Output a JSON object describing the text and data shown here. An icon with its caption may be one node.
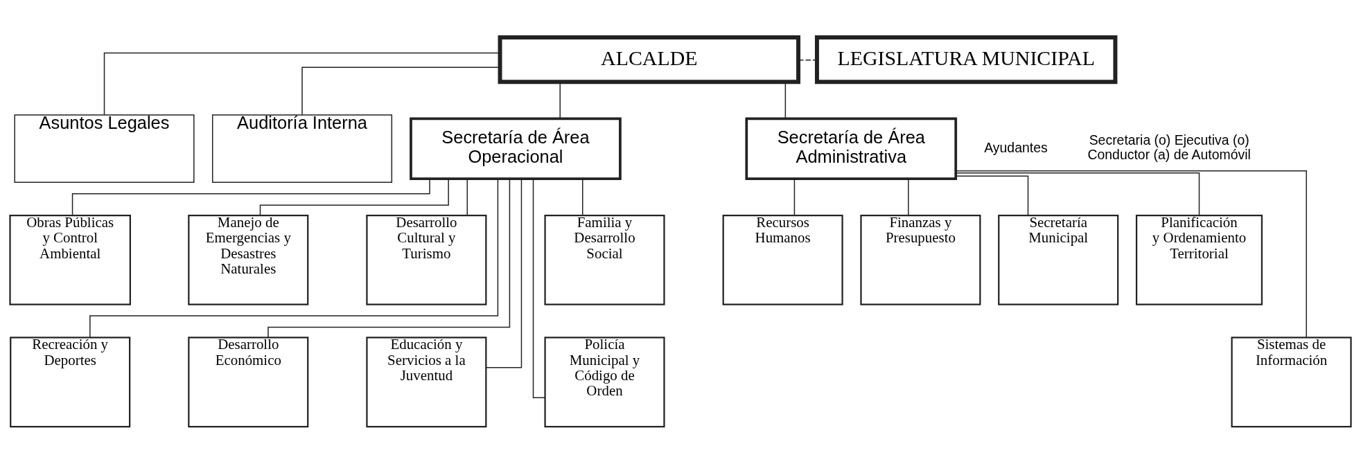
{
  "diagram": {
    "nodes": [
      {
        "text": [
          "ALCALDE"
        ]
      },
      {
        "text": [
          "LEGISLATURA MUNICIPAL"
        ]
      },
      {
        "text": [
          "Asuntos Legales"
        ]
      },
      {
        "text": [
          "Auditoría Interna"
        ]
      },
      {
        "text": [
          "Secretaría de Área Operacional"
        ]
      },
      {
        "text": [
          "Secretaría de Área Administrativa"
        ]
      },
      {
        "text": [
          "Obras Públicas y Control Ambiental"
        ]
      },
      {
        "text": [
          "Manejo de Emergencias y Desastres Naturales"
        ]
      },
      {
        "text": [
          "Desarrollo Cultural y Turismo"
        ]
      },
      {
        "text": [
          "Familia y Desarrollo Social"
        ]
      },
      {
        "text": [
          "Recreación y Deportes"
        ]
      },
      {
        "text": [
          "Desarrollo Económico"
        ]
      },
      {
        "text": [
          "Educación y Servicios a la Juventud"
        ]
      },
      {
        "text": [
          "Policía Municipal y Código de Orden"
        ]
      },
      {
        "text": [
          "Recursos Humanos"
        ]
      },
      {
        "text": [
          "Finanzas y Presupuesto"
        ]
      },
      {
        "text": [
          "Secretaría Municipal"
        ]
      },
      {
        "text": [
          "Planificación y Ordenamiento Territorial"
        ]
      },
      {
        "text": [
          "Sistemas de Información"
        ]
      }
    ],
    "edges": [
      {
        "from": 0,
        "to": 1,
        "arrow": "none",
        "style": "dashed"
      },
      {
        "from": 0,
        "to": 2,
        "arrow": "none"
      },
      {
        "from": 0,
        "to": 3,
        "arrow": "none"
      },
      {
        "from": 0,
        "to": 4,
        "arrow": "none"
      },
      {
        "from": 0,
        "to": 5,
        "arrow": "none"
      },
      {
        "from": 4,
        "to": 6,
        "arrow": "none"
      },
      {
        "from": 4,
        "to": 7,
        "arrow": "none"
      },
      {
        "from": 4,
        "to": 8,
        "arrow": "none"
      },
      {
        "from": 4,
        "to": 9,
        "arrow": "none"
      },
      {
        "from": 4,
        "to": 10,
        "arrow": "none"
      },
      {
        "from": 4,
        "to": 11,
        "arrow": "none"
      },
      {
        "from": 4,
        "to": 12,
        "arrow": "none"
      },
      {
        "from": 4,
        "to": 13,
        "arrow": "none"
      },
      {
        "from": 5,
        "to": 14,
        "arrow": "none"
      },
      {
        "from": 5,
        "to": 15,
        "arrow": "none"
      },
      {
        "from": 5,
        "to": 16,
        "arrow": "none"
      },
      {
        "from": 5,
        "to": 17,
        "arrow": "none"
      },
      {
        "from": 5,
        "to": 18,
        "arrow": "none"
      }
    ],
    "labels": [
      "Ayudantes",
      "Secretaria (o) Ejecutiva (o) Conductor (a) de Automóvil"
    ]
  }
}
